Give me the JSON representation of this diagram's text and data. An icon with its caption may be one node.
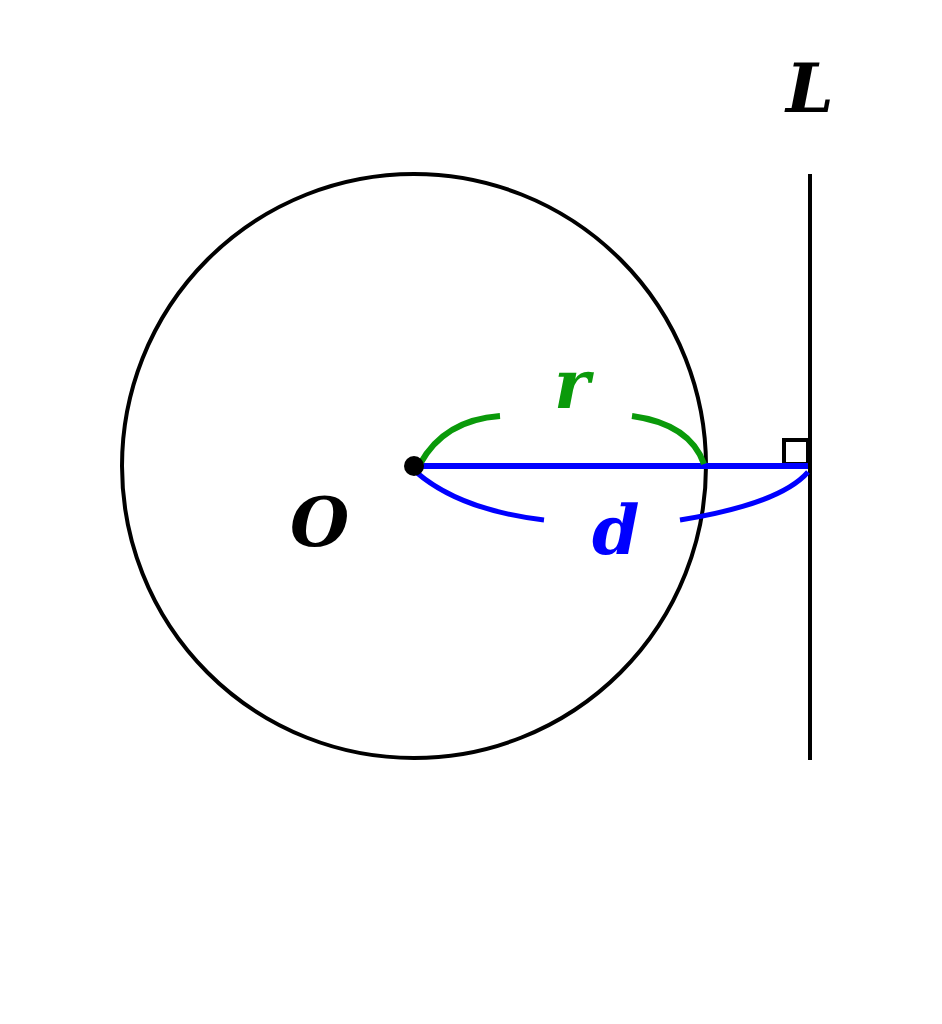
{
  "diagram": {
    "labels": [
      "L",
      "r",
      "O",
      "d"
    ]
  }
}
